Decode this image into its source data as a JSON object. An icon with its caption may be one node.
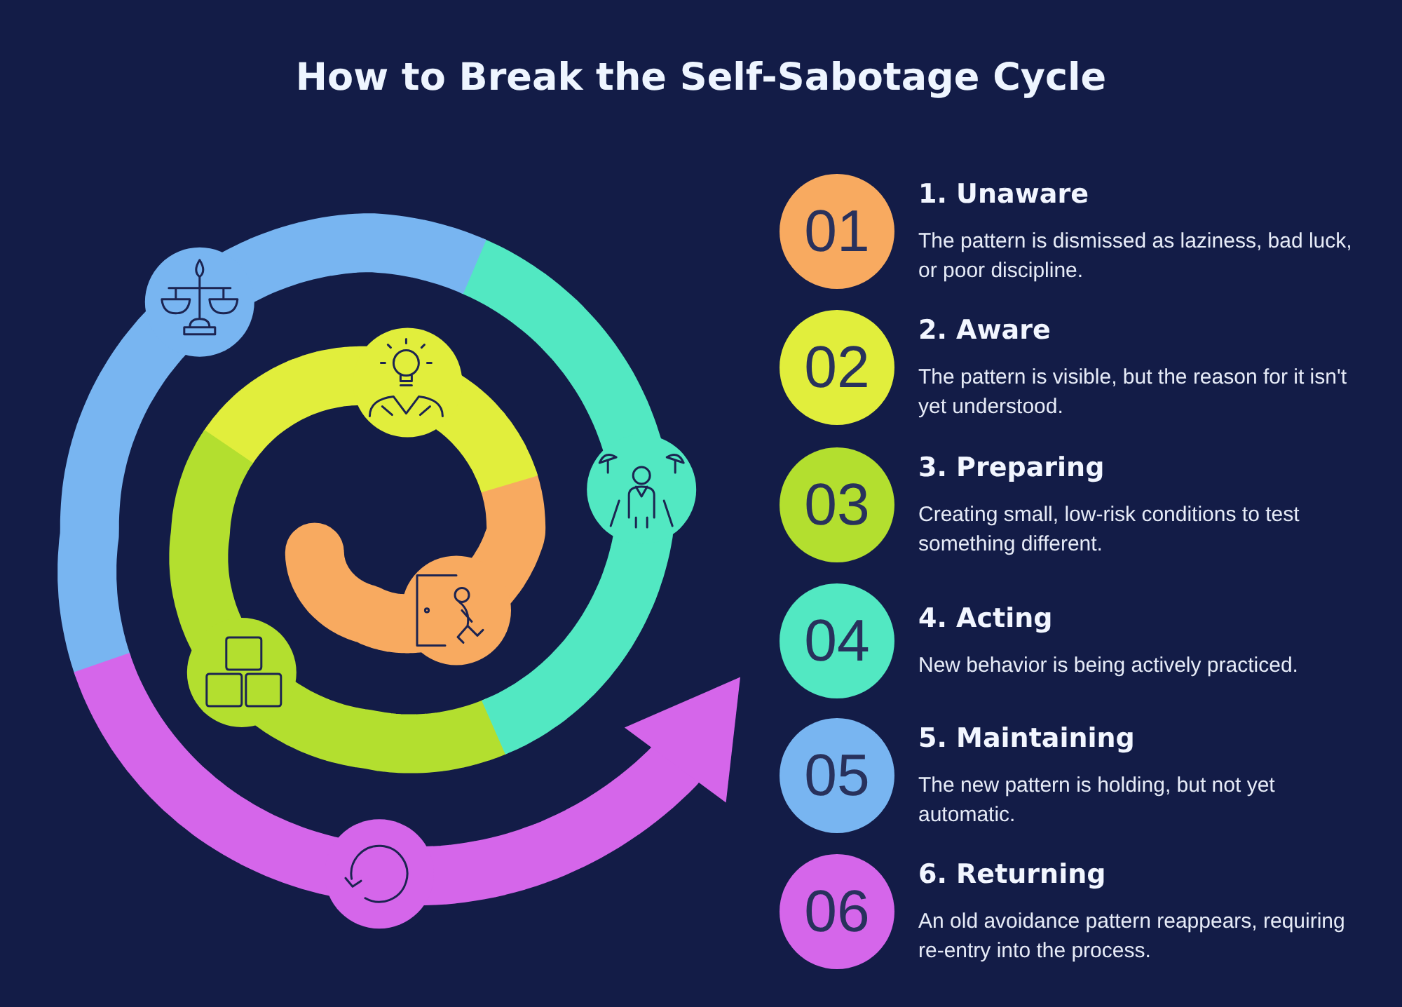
{
  "diagram": {
    "title": "How to Break the Self-Sabotage Cycle",
    "nodes": [
      {
        "text": [
          "01"
        ],
        "beside": [
          "1. Unaware",
          "The pattern is dismissed as laziness, bad luck, or poor discipline."
        ]
      },
      {
        "text": [
          "02"
        ],
        "beside": [
          "2. Aware",
          "The pattern is visible, but the reason for it isn't yet understood."
        ]
      },
      {
        "text": [
          "03"
        ],
        "beside": [
          "3. Preparing",
          "Creating small, low-risk conditions to test something different."
        ]
      },
      {
        "text": [
          "04"
        ],
        "beside": [
          "4. Acting",
          "New behavior is being actively practiced."
        ]
      },
      {
        "text": [
          "05"
        ],
        "beside": [
          "5. Maintaining",
          "The new pattern is holding, but not yet automatic."
        ]
      },
      {
        "text": [
          "06"
        ],
        "beside": [
          "6. Returning",
          "An old avoidance pattern reappears, requiring re-entry into the process."
        ]
      }
    ]
  }
}
